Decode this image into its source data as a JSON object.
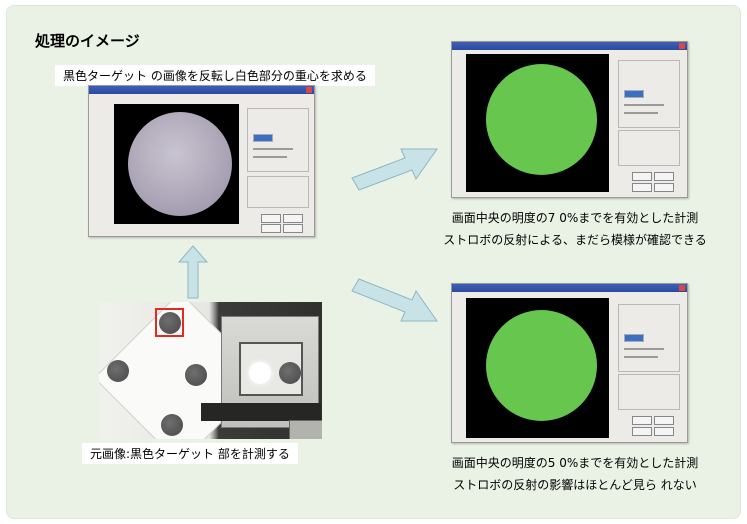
{
  "title": "処理のイメージ",
  "captions": {
    "top": "黒色ターゲット の画像を反転し白色部分の重心を求める",
    "bottom_left": "元画像:黒色ターゲット 部を計測する",
    "right_top_line1": "画面中央の明度の7 0%までを有効とした計測",
    "right_top_line2": "ストロボの反射による、まだら模様が確認できる",
    "right_bottom_line1": "画面中央の明度の5 0%までを有効とした計測",
    "right_bottom_line2": "ストロボの反射の影響はほとんど見ら れない"
  },
  "colors": {
    "panel_bg": "#eaf2e6",
    "arrow_fill": "#c7e3e8",
    "arrow_stroke": "#8cb7c4",
    "green_result": "#66c64e",
    "selection_box": "#e02c1e"
  }
}
